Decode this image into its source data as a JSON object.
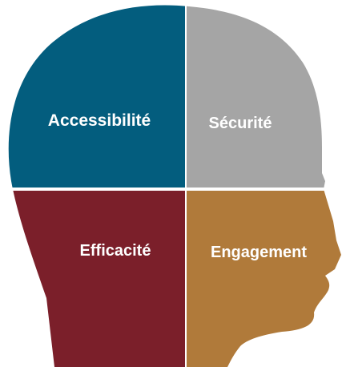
{
  "diagram": {
    "quadrants": [
      {
        "id": "top-left",
        "label": "Accessibilité",
        "color": "#035d7e"
      },
      {
        "id": "top-right",
        "label": "Sécurité",
        "color": "#a5a5a5"
      },
      {
        "id": "bottom-left",
        "label": "Efficacité",
        "color": "#7b1f2a"
      },
      {
        "id": "bottom-right",
        "label": "Engagement",
        "color": "#b07a3a"
      }
    ]
  }
}
